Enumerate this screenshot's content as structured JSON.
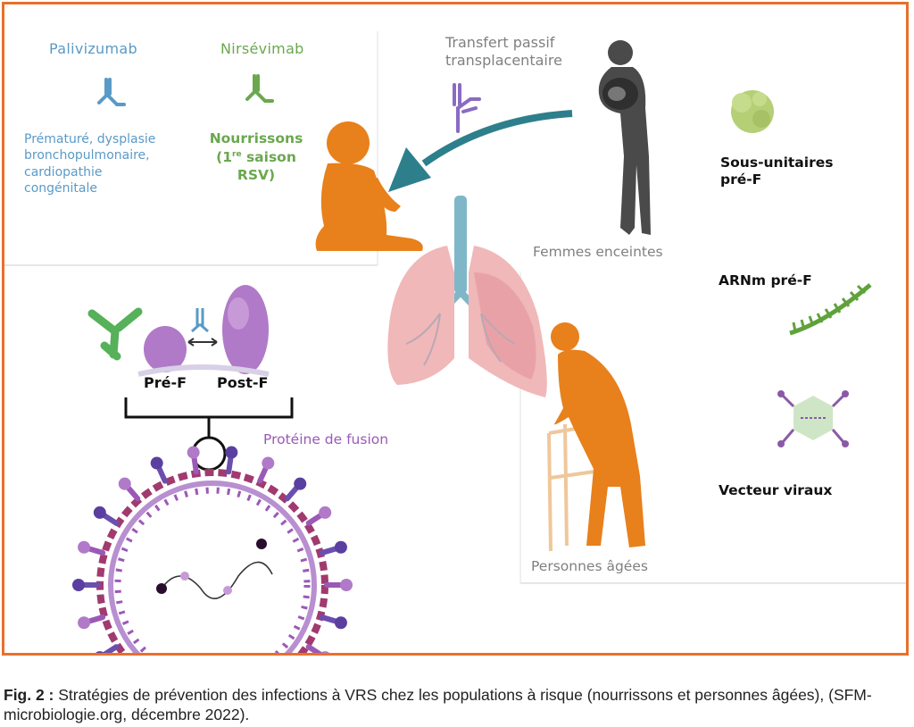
{
  "colors": {
    "frame": "#e8702a",
    "palivizumab": "#5a9ac7",
    "nirsevimab": "#6aa84f",
    "person": "#e8801c",
    "pregnant": "#4a4a4a",
    "arrow": "#2e7f8c",
    "fusion_protein": "#9b59b6",
    "grey_label": "#808080"
  },
  "antibodies": {
    "palivizumab": {
      "title": "Palivizumab",
      "description": "Prématuré, dysplasie\nbronchopulmonaire,\ncardiopathie\ncongénitale"
    },
    "nirsevimab": {
      "title": "Nirsévimab",
      "description_main": "Nourrissons\n(1",
      "description_sup": "re",
      "description_tail": " saison\nRSV)"
    }
  },
  "transfer_label": "Transfert passif\ntransplacentaire",
  "populations": {
    "pregnant": "Femmes enceintes",
    "elderly": "Personnes âgées"
  },
  "vaccines": {
    "subunit": "Sous-unitaires\npré-F",
    "mrna": "ARNm pré-F",
    "vector": "Vecteur viraux"
  },
  "fusion": {
    "pre_f": "Pré-F",
    "post_f": "Post-F",
    "label": "Protéine de fusion"
  },
  "icons": [
    "antibody-icon",
    "infant-icon",
    "pregnant-woman-icon",
    "lungs-icon",
    "elderly-walker-icon",
    "subunit-protein-icon",
    "mrna-strand-icon",
    "viral-vector-icon",
    "virus-particle-icon"
  ],
  "caption": {
    "label": "Fig. 2 :",
    "text": " Stratégies de prévention des infections à VRS chez les populations à risque (nourrissons et personnes âgées), (SFM-microbiologie.org, décembre 2022)."
  }
}
